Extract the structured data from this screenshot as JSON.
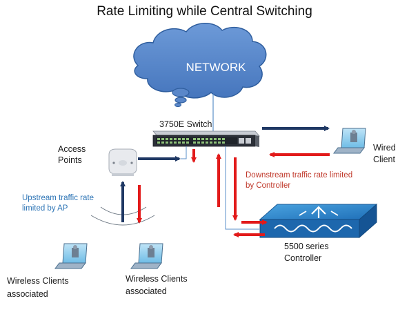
{
  "title": "Rate Limiting while Central Switching",
  "network": {
    "label": "NETWORK"
  },
  "switch": {
    "label": "3750E Switch"
  },
  "access_points": {
    "label_line1": "Access",
    "label_line2": "Points"
  },
  "wired_client": {
    "label_line1": "Wired",
    "label_line2": "Client"
  },
  "controller": {
    "label_line1": "5500 series",
    "label_line2": "Controller"
  },
  "annotations": {
    "upstream_line1": "Upstream traffic rate",
    "upstream_line2": "limited by AP",
    "downstream_line1": "Downstream traffic rate limited",
    "downstream_line2": "by Controller"
  },
  "wireless_clients": [
    {
      "line1": "Wireless Clients",
      "line2": "associated"
    },
    {
      "line1": "Wireless Clients",
      "line2": "associated"
    }
  ],
  "colors": {
    "cloud": "#4f82c9",
    "cloud_stroke": "#2f5e9e",
    "upstream_arrow": "#1f3864",
    "downstream_arrow": "#e21a1a",
    "upstream_text": "#2e75b6",
    "downstream_text": "#c0392b",
    "link_line": "#5a8fc8"
  }
}
